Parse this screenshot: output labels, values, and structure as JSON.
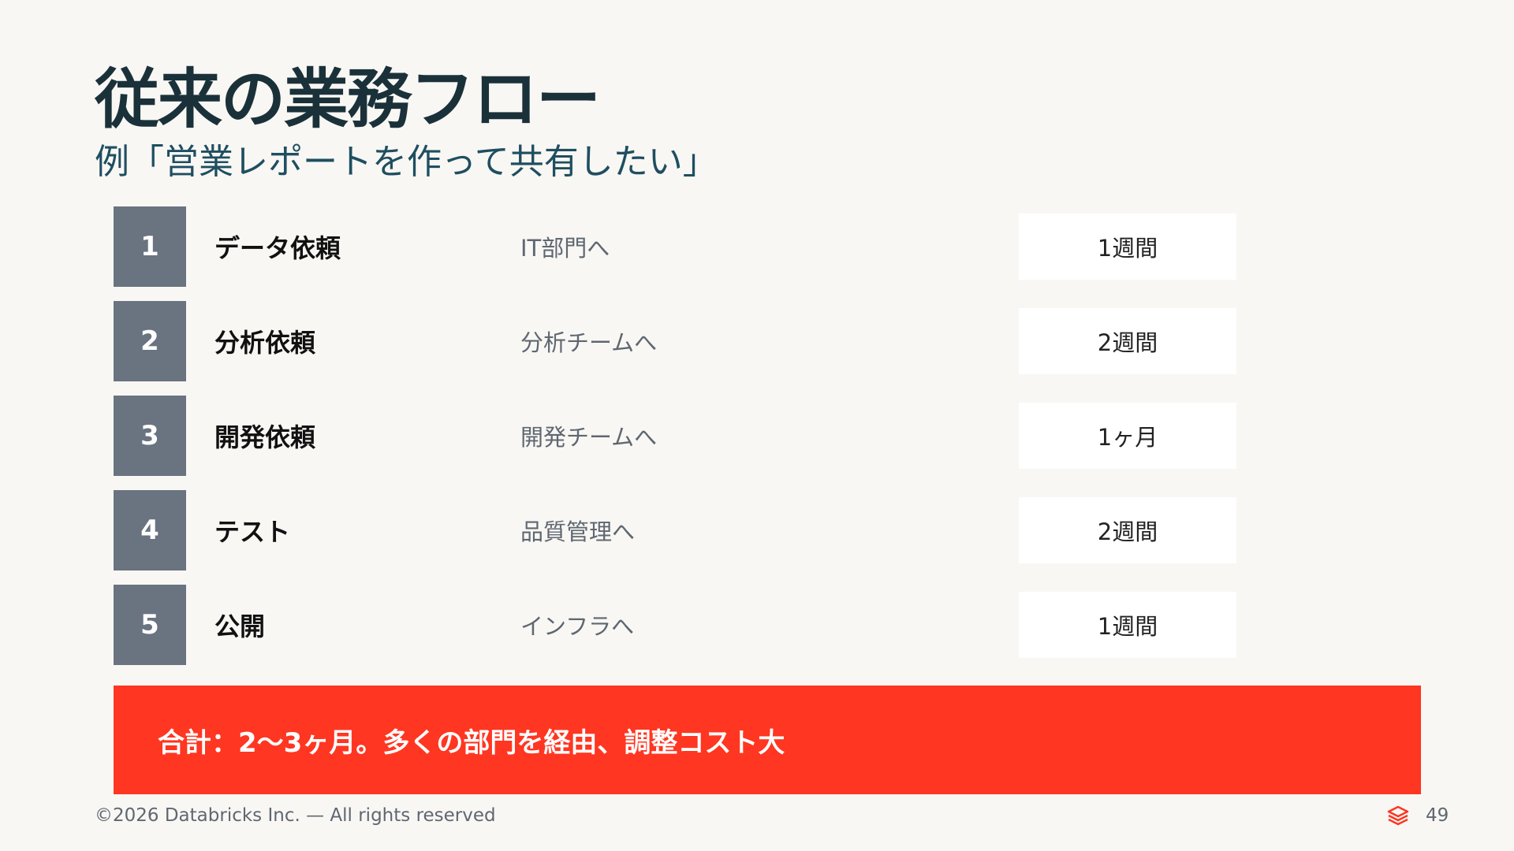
{
  "slide": {
    "title": "従来の業務フロー",
    "subtitle": "例「営業レポートを作って共有したい」"
  },
  "steps": [
    {
      "number": "1",
      "name": "データ依頼",
      "destination": "IT部門へ",
      "duration": "1週間"
    },
    {
      "number": "2",
      "name": "分析依頼",
      "destination": "分析チームへ",
      "duration": "2週間"
    },
    {
      "number": "3",
      "name": "開発依頼",
      "destination": "開発チームへ",
      "duration": "1ヶ月"
    },
    {
      "number": "4",
      "name": "テスト",
      "destination": "品質管理へ",
      "duration": "2週間"
    },
    {
      "number": "5",
      "name": "公開",
      "destination": "インフラへ",
      "duration": "1週間"
    }
  ],
  "summary": {
    "text": "合計：2〜3ヶ月。多くの部門を経由、調整コスト大"
  },
  "footer": {
    "copyright": "©2026 Databricks Inc. — All rights reserved",
    "page_number": "49",
    "logo_icon": "databricks-logo-icon"
  },
  "colors": {
    "background": "#F8F7F4",
    "title": "#1B3139",
    "step_number_bg": "#6A7380",
    "accent_red": "#FF3621"
  }
}
